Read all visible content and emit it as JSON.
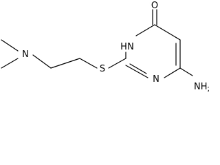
{
  "molecule": {
    "atoms": {
      "oxygen": "O",
      "ring_nh": "H",
      "ring_nh_n": "N",
      "ring_n": "N",
      "sulfur": "S",
      "amine_n": "N",
      "amino_group": "NH",
      "amino_subscript": "2"
    }
  }
}
